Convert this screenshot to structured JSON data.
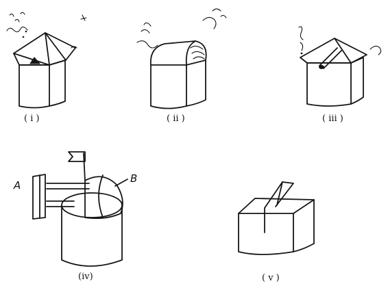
{
  "figure": {
    "panels": [
      {
        "id": "i",
        "label": "( i )"
      },
      {
        "id": "ii",
        "label": "( ii )"
      },
      {
        "id": "iii",
        "label": "( iii )"
      },
      {
        "id": "iv",
        "label": "(iv)"
      },
      {
        "id": "v",
        "label": "( v )"
      }
    ],
    "annotations": {
      "a": "A",
      "b": "B"
    }
  }
}
